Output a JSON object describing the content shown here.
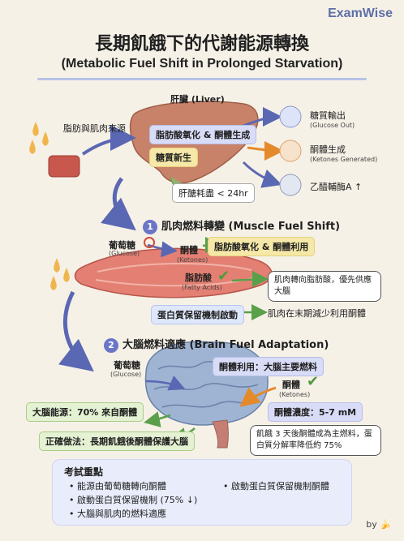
{
  "brand": "ExamWise",
  "title_zh": "長期飢餓下的代謝能源轉換",
  "title_en": "(Metabolic Fuel Shift in Prolonged Starvation)",
  "liver": {
    "label": "肝臟 (Liver)",
    "process_1": "脂肪酸氧化 & 酮體生成",
    "process_2": "糖質新生",
    "glycogen": "肝醣耗盡 < 24hr",
    "source_label": "脂肪與肌肉來源",
    "outputs": [
      {
        "zh": "糖質輸出",
        "en": "(Glucose Out)"
      },
      {
        "zh": "酮體生成",
        "en": "(Ketones Generated)"
      },
      {
        "zh": "乙醯輔酶A ↑",
        "en": ""
      }
    ]
  },
  "muscle": {
    "num": "1",
    "heading": "肌肉燃料轉變 (Muscle Fuel Shift)",
    "glucose_zh": "葡萄糖",
    "glucose_en": "(Glucose)",
    "ketone_zh": "酮體",
    "ketone_en": "(Ketones)",
    "fa_zh": "脂肪酸",
    "fa_en": "(Fatty Acids)",
    "fa_usage": "脂肪酸氧化 & 酮體利用",
    "note": "肌肉轉向脂肪酸，優先供應大腦",
    "protein_sparing": "蛋白質保留機制啟動",
    "late_stage": "肌肉在末期減少利用酮體"
  },
  "brain": {
    "num": "2",
    "heading": "大腦燃料適應 (Brain Fuel Adaptation)",
    "glucose_zh": "葡萄糖",
    "glucose_en": "(Glucose)",
    "ketone_usage": "酮體利用：大腦主要燃料",
    "ketone_zh": "酮體",
    "ketone_en": "(Ketones)",
    "energy": "大腦能源：70% 來自酮體",
    "concentration": "酮體濃度：5-7 mM",
    "practice": "正確做法：長期飢餓後酮體保護大腦",
    "note": "飢餓 3 天後酮體成為主燃料，蛋白質分解率降低約 75%"
  },
  "exam": {
    "title": "考試重點",
    "items": [
      "能源由葡萄糖轉向酮體",
      "啟動蛋白質保留機制 (75% ↓)",
      "大腦與肌肉的燃料適應"
    ],
    "items_right": [
      "啟動蛋白質保留機制酮體"
    ]
  },
  "footer": "by",
  "colors": {
    "accent": "#6b76c7",
    "liver": "#c9826a",
    "muscle": "#e1675a",
    "brain": "#8fa6c9",
    "arrow_blue": "#5a67b3",
    "arrow_green": "#5aa04a",
    "arrow_orange": "#e58a2b"
  }
}
